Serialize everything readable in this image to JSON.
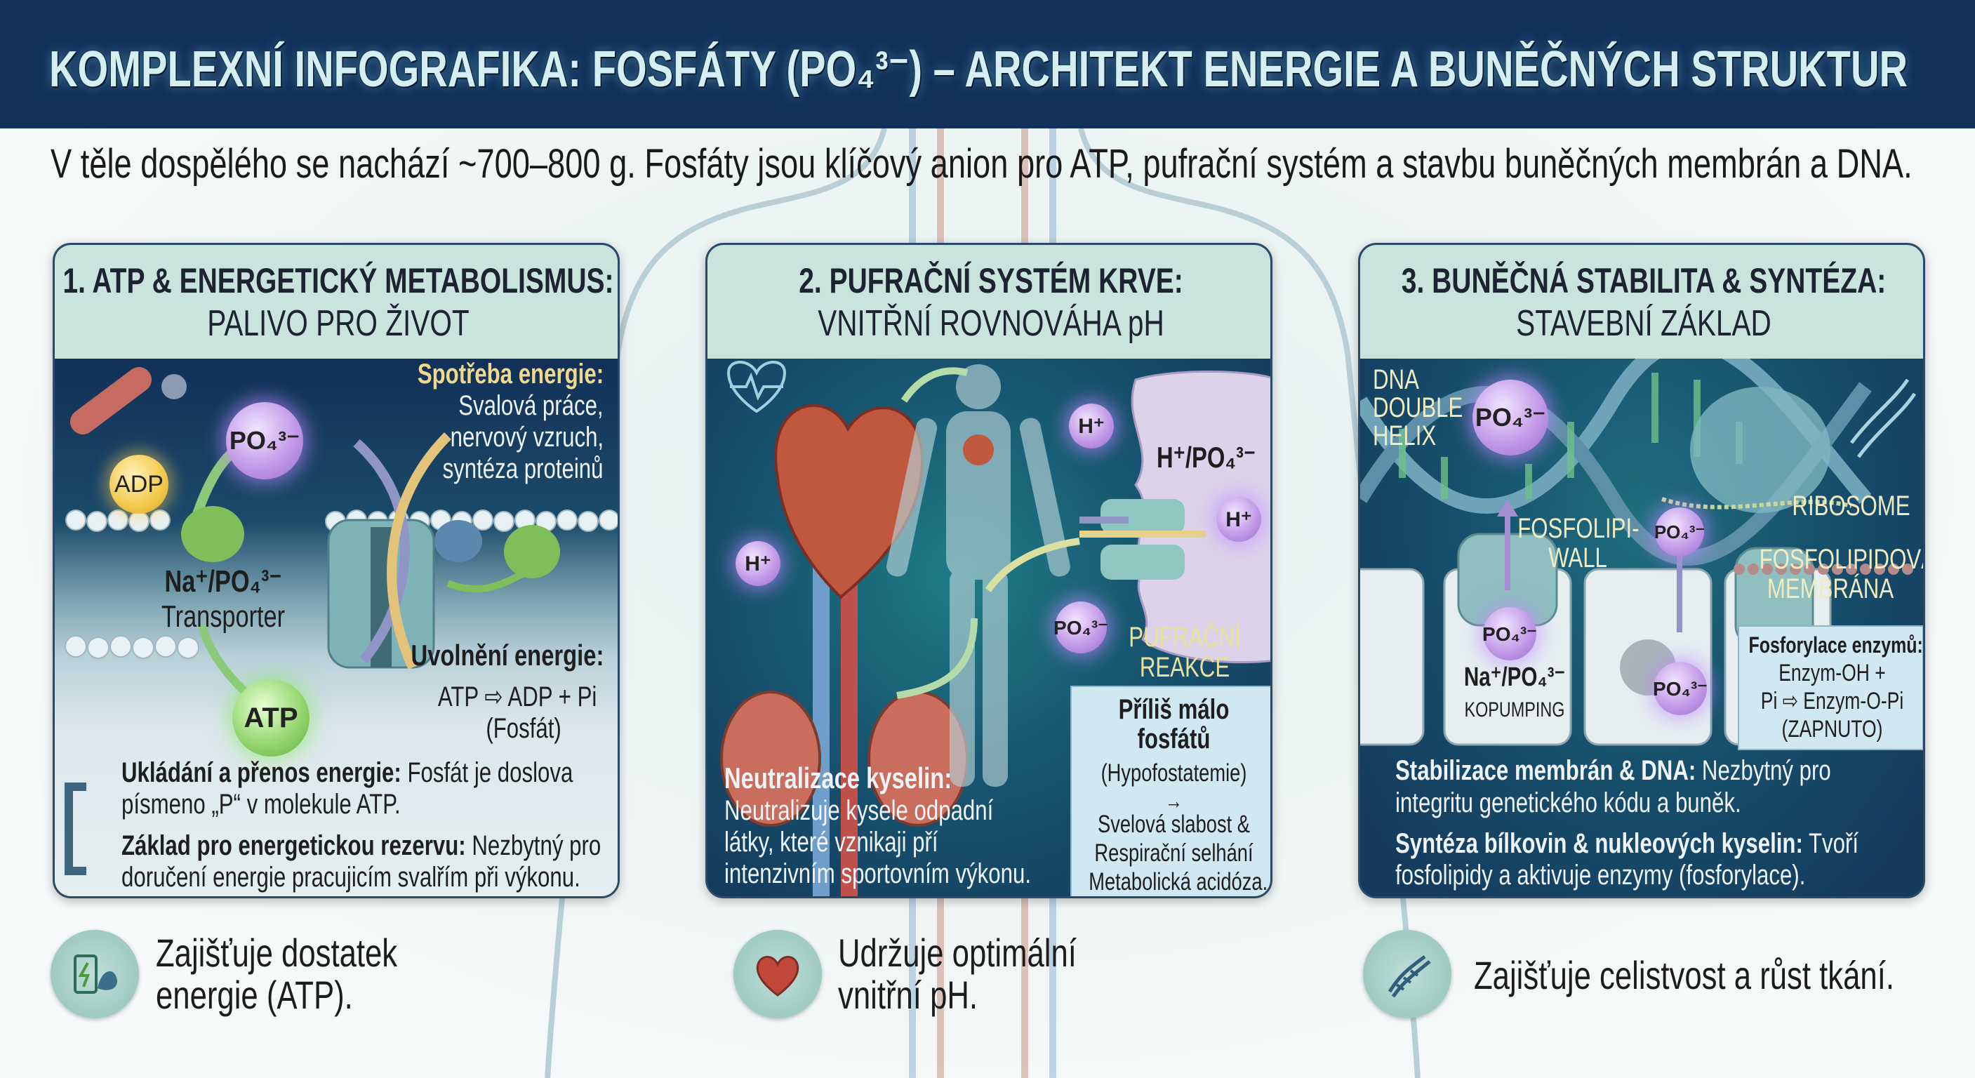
{
  "header": {
    "title": "KOMPLEXNÍ INFOGRAFIKA: FOSFÁTY (PO₄³⁻) – ARCHITEKT ENERGIE A BUNĚČNÝCH STRUKTUR",
    "subtitle": "V těle dospělého se nachází ~700–800 g. Fosfáty jsou klíčový anion pro ATP, pufrační systém a stavbu buněčných membrán a DNA."
  },
  "colors": {
    "header_bg": "#12305a",
    "panel_head": "#c9e4dc",
    "panel_body": "#143a5e",
    "phosphate": "#c39be8",
    "atp": "#8fd36a",
    "adp": "#f2c84b"
  },
  "panel1": {
    "title": "1. ATP & ENERGETICKÝ METABOLISMUS:",
    "subtitle": "PALIVO PRO ŽIVOT",
    "adp": "ADP",
    "po4": "PO₄³⁻",
    "atp": "ATP",
    "consumption_title": "Spotřeba energie:",
    "consumption_lines": [
      "Svalová práce,",
      "nervový vzruch,",
      "syntéza proteinů"
    ],
    "transporter": [
      "Na⁺/PO₄³⁻",
      "Transporter"
    ],
    "release_title": "Uvolnění energie:",
    "release_eq": "ATP ⇨ ADP + Pi",
    "release_note": "(Fosfát)",
    "storage_bold": "Ukládání a přenos energie:",
    "storage_text": " Fosfát je doslova",
    "storage_text2": "písmeno „P“ v molekule ATP.",
    "reserve_bold": "Základ pro energetickou rezervu:",
    "reserve_text": " Nezbytný pro",
    "reserve_text2": "doručení energie pracujicím svalřím při výkonu."
  },
  "panel2": {
    "title": "2. PUFRAČNÍ SYSTÉM KRVE:",
    "subtitle": "VNITŘNÍ ROVNOVÁHA pH",
    "h_plus": "H⁺",
    "h_po4": "H⁺/PO₄³⁻",
    "po4": "PO₄³⁻",
    "reaction": [
      "PUFRAČNÍ",
      "REAKCE"
    ],
    "warning": {
      "title": [
        "Příliš málo",
        "fosfátů"
      ],
      "sub": "(Hypofostatemie)",
      "arrow": "→",
      "effects": [
        "Svelová slabost &",
        "Respirační selhání",
        "Metabolická acidóza."
      ]
    },
    "neutral_title": "Neutralizace kyselin:",
    "neutral_lines": [
      "Neutralizuje kysele odpadní",
      "látky, které vznikaji pří",
      "intenzivním sportovním výkonu."
    ]
  },
  "panel3": {
    "title": "3. BUNĚČNÁ STABILITA & SYNTÉZA:",
    "subtitle": "STAVEBNÍ ZÁKLAD",
    "dna_label": [
      "DNA",
      "DOUBLE",
      "HELIX"
    ],
    "po4": "PO₄³⁻",
    "ribosome": "RIBOSOME",
    "wall": [
      "FOSFOLIPI-",
      "WALL"
    ],
    "membrane": [
      "FOSFOLIPIDOVÁ",
      "MEMBRÁNA"
    ],
    "cotransport": [
      "Na⁺/PO₄³⁻",
      "KOPUMPING"
    ],
    "enzyme_box": {
      "title": "Fosforylace enzymů:",
      "lines": [
        "Enzym-OH +",
        "Pi ⇨ Enzym-O-Pi",
        "(ZAPNUTO)"
      ]
    },
    "stab_bold": "Stabilizace membrán & DNA:",
    "stab_text": " Nezbytný pro",
    "stab_text2": "integritu genetického kódu a buněk.",
    "synth_bold": "Syntéza bílkovin & nukleových kyselin:",
    "synth_text": " Tvoří",
    "synth_text2": "fosfolipidy a aktivuje enzymy (fosforylace)."
  },
  "footer": [
    {
      "icon": "battery-muscle-icon",
      "lines": [
        "Zajišťuje dostatek",
        "energie (ATP)."
      ]
    },
    {
      "icon": "heart-icon",
      "lines": [
        "Udržuje optimální",
        "vnitřní pH."
      ]
    },
    {
      "icon": "dna-icon",
      "lines": [
        "Zajišťuje celistvost a růst tkání."
      ]
    }
  ]
}
